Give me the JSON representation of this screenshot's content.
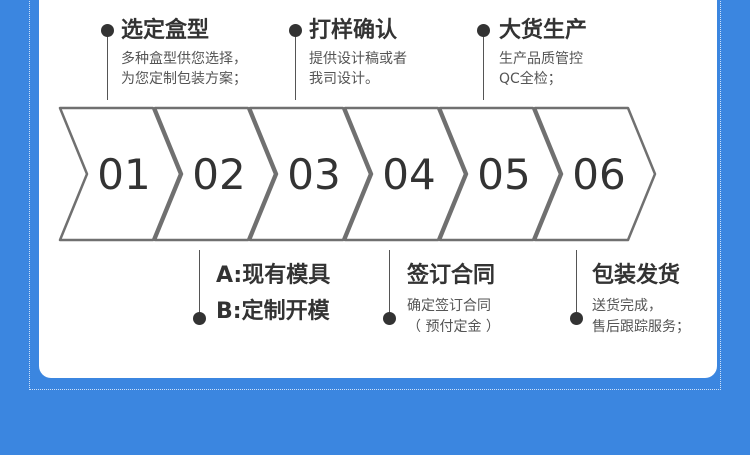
{
  "top_steps": [
    {
      "title": "选定盒型",
      "desc": [
        "多种盒型供您选择，",
        "为您定制包装方案；"
      ]
    },
    {
      "title": "打样确认",
      "desc": [
        "提供设计稿或者",
        "我司设计。"
      ]
    },
    {
      "title": "大货生产",
      "desc": [
        "生产品质管控",
        "QC全检；"
      ]
    }
  ],
  "chevrons": [
    "01",
    "02",
    "03",
    "04",
    "05",
    "06"
  ],
  "bottom_steps": [
    {
      "lines": [
        "A:现有模具",
        "B:定制开模"
      ]
    },
    {
      "title": "签订合同",
      "desc": [
        "确定签订合同",
        "（ 预付定金 ）"
      ]
    },
    {
      "title": "包装发货",
      "desc": [
        "送货完成，",
        "售后跟踪服务；"
      ]
    }
  ],
  "colors": {
    "background": "#3b86e0",
    "card": "#ffffff",
    "chevron_stroke": "#707070",
    "text": "#333333"
  }
}
